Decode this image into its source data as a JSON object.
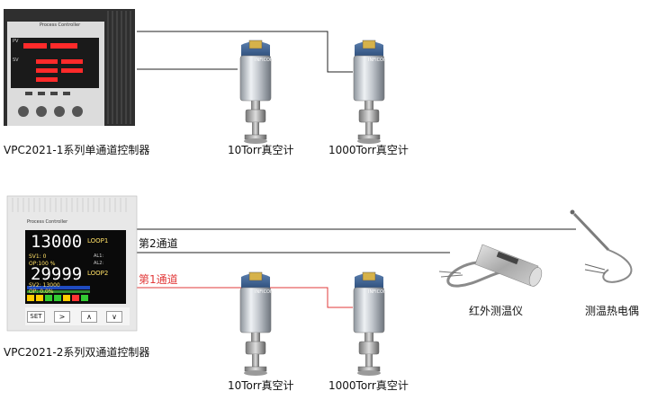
{
  "controller1": {
    "label": "VPC2021-1系列单通道控制器",
    "panel_title": "Process Controller",
    "pv": "PV",
    "sv": "SV"
  },
  "controller2": {
    "label": "VPC2021-2系列双通道控制器",
    "panel_title": "Process Controller",
    "value1": "13000",
    "loop1": "LOOP1",
    "sv1": "SV1: 0",
    "op1": "OP:100 %",
    "value2": "29999",
    "loop2": "LOOP2",
    "sv2": "SV2: 13000",
    "op2": "OP: 0.0%",
    "al1": "AL1:",
    "al2": "AL2:",
    "btn_set": "SET",
    "btn_right": ">",
    "btn_up": "∧",
    "btn_down": "∨"
  },
  "gauges": {
    "g1": "10Torr真空计",
    "g2": "1000Torr真空计",
    "g3": "10Torr真空计",
    "g4": "1000Torr真空计",
    "brand": "INFICON"
  },
  "channels": {
    "ch1": "第1通道",
    "ch2": "第2通道"
  },
  "sensors": {
    "ir": "红外测温仪",
    "tc": "测温热电偶"
  },
  "colors": {
    "channel1": "#e23a3a",
    "wire": "#222222",
    "led_red": "#ff2a2a",
    "screen_blue": "#1f4bbf"
  }
}
